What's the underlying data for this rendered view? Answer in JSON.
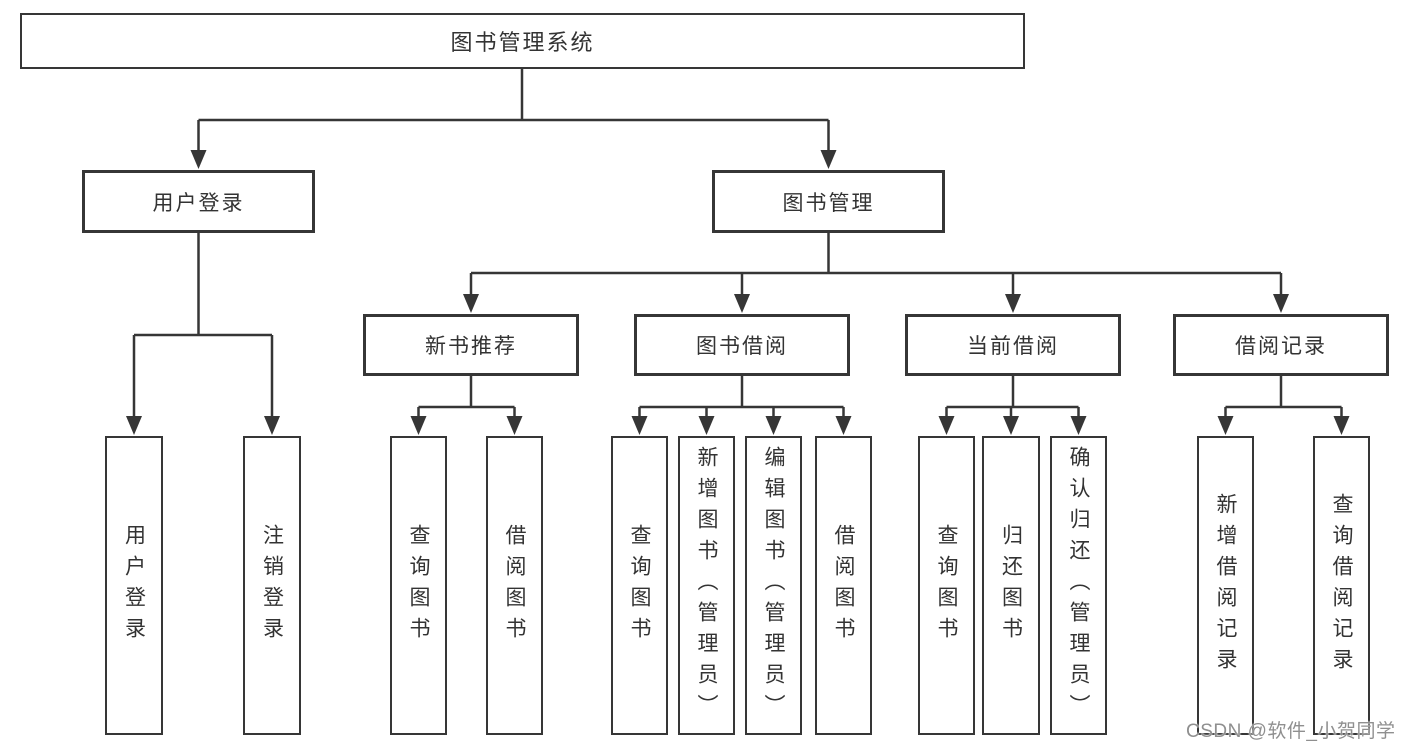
{
  "diagram": {
    "root": {
      "label": "图书管理系统"
    },
    "level2": [
      {
        "label": "用户登录",
        "parent": "图书管理系统"
      },
      {
        "label": "图书管理",
        "parent": "图书管理系统"
      }
    ],
    "level3": [
      {
        "label": "新书推荐",
        "parent": "图书管理"
      },
      {
        "label": "图书借阅",
        "parent": "图书管理"
      },
      {
        "label": "当前借阅",
        "parent": "图书管理"
      },
      {
        "label": "借阅记录",
        "parent": "图书管理"
      }
    ],
    "leaves": [
      {
        "label": "用户登录",
        "parent": "用户登录"
      },
      {
        "label": "注销登录",
        "parent": "用户登录"
      },
      {
        "label": "查询图书",
        "parent": "新书推荐"
      },
      {
        "label": "借阅图书",
        "parent": "新书推荐"
      },
      {
        "label": "查询图书",
        "parent": "图书借阅"
      },
      {
        "label": "新增图书（管理员）",
        "parent": "图书借阅"
      },
      {
        "label": "编辑图书（管理员）",
        "parent": "图书借阅"
      },
      {
        "label": "借阅图书",
        "parent": "图书借阅"
      },
      {
        "label": "查询图书",
        "parent": "当前借阅"
      },
      {
        "label": "归还图书",
        "parent": "当前借阅"
      },
      {
        "label": "确认归还（管理员）",
        "parent": "当前借阅"
      },
      {
        "label": "新增借阅记录",
        "parent": "借阅记录"
      },
      {
        "label": "查询借阅记录",
        "parent": "借阅记录"
      }
    ],
    "watermark": "CSDN @软件_小贺同学",
    "colors": {
      "line": "#363636",
      "box_border": "#363636",
      "text": "#333333",
      "watermark": "#8f8f8f",
      "background": "#ffffff"
    }
  }
}
